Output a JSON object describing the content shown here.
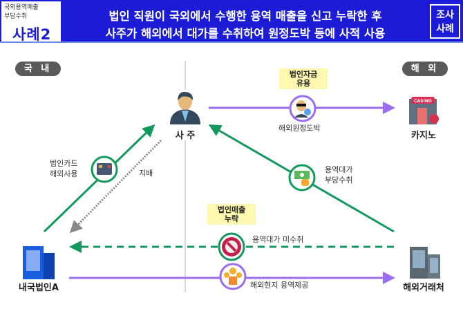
{
  "header": {
    "tag_line1": "국외용역매출",
    "tag_line2": "부당수취",
    "case_title": "사례2",
    "title_line1": "법인 직원이 국외에서 수행한 용역 매출을 신고 누락한 후",
    "title_line2": "사주가 해외에서 대가를 수취하여 원정도박 등에 사적 사용",
    "badge_line1": "조사",
    "badge_line2": "사례"
  },
  "regions": {
    "domestic": "국 내",
    "overseas": "해 외"
  },
  "entities": {
    "owner": "사 주",
    "casino": "카지노",
    "domestic_corp": "내국법인A",
    "foreign_client": "해외거래처"
  },
  "notes": {
    "misuse_line1": "법인자금",
    "misuse_line2": "유용",
    "omission_line1": "법인매출",
    "omission_line2": "누락"
  },
  "flows": {
    "gambling": "해외원정도박",
    "card_line1": "법인카드",
    "card_line2": "해외사용",
    "control": "지배",
    "fee_line1": "용역대가",
    "fee_line2": "부당수취",
    "not_received": "용역대가 미수취",
    "service": "해외현지 용역제공"
  },
  "colors": {
    "header": "#1c1cd6",
    "green": "#119a5c",
    "purple": "#9a6cf0",
    "gray": "#888888"
  }
}
